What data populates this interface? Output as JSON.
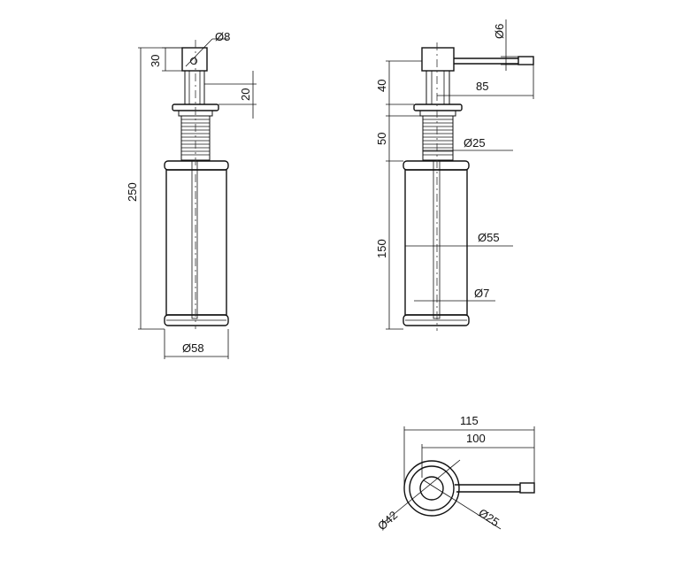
{
  "views": {
    "front": {
      "labels": {
        "head_dia": "Ø8",
        "head_height": "30",
        "neck_height": "20",
        "total_height": "250",
        "bottle_dia": "Ø58"
      }
    },
    "side": {
      "labels": {
        "spout_dia": "Ø6",
        "spout_height": "40",
        "spout_reach": "85",
        "thread_height": "50",
        "thread_dia": "Ø25",
        "bottle_height": "150",
        "bottle_dia": "Ø55",
        "tube_dia": "Ø7"
      }
    },
    "top": {
      "labels": {
        "overall_reach": "115",
        "spout_reach": "100",
        "flange_dia": "Ø42",
        "body_dia": "Ø25"
      }
    }
  }
}
